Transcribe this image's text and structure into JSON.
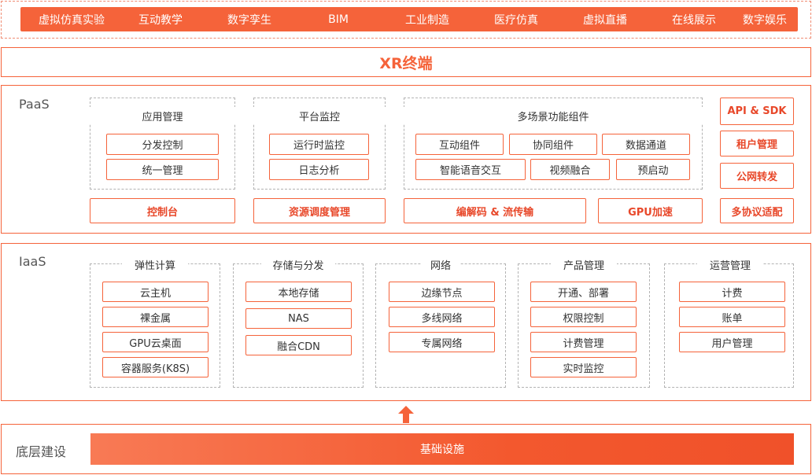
{
  "top_apps": [
    "虚拟仿真实验",
    "互动教学",
    "数字孪生",
    "BIM",
    "工业制造",
    "医疗仿真",
    "虚拟直播",
    "在线展示",
    "数字娱乐"
  ],
  "xr_terminal": "XR终端",
  "paas": {
    "label": "PaaS",
    "app_mgmt": {
      "title": "应用管理",
      "items": [
        "分发控制",
        "统一管理"
      ]
    },
    "platform_monitor": {
      "title": "平台监控",
      "items": [
        "运行时监控",
        "日志分析"
      ]
    },
    "multi_scene": {
      "title": "多场景功能组件",
      "items": [
        "互动组件",
        "协同组件",
        "数据通道",
        "智能语音交互",
        "视频融合",
        "预启动"
      ]
    },
    "bottom": [
      "控制台",
      "资源调度管理",
      "编解码 & 流传输",
      "GPU加速"
    ],
    "right": [
      "API & SDK",
      "租户管理",
      "公网转发",
      "多协议适配"
    ]
  },
  "iaas": {
    "label": "IaaS",
    "elastic": {
      "title": "弹性计算",
      "items": [
        "云主机",
        "裸金属",
        "GPU云桌面",
        "容器服务(K8S)"
      ]
    },
    "storage": {
      "title": "存储与分发",
      "items": [
        "本地存储",
        "NAS",
        "融合CDN"
      ]
    },
    "network": {
      "title": "网络",
      "items": [
        "边缘节点",
        "多线网络",
        "专属网络"
      ]
    },
    "product": {
      "title": "产品管理",
      "items": [
        "开通、部署",
        "权限控制",
        "计费管理",
        "实时监控"
      ]
    },
    "ops": {
      "title": "运营管理",
      "items": [
        "计费",
        "账单",
        "用户管理"
      ]
    }
  },
  "base": {
    "label": "底层建设",
    "bar": "基础设施"
  },
  "colors": {
    "accent": "#f5633a",
    "dashed_gray": "#b3b3b3"
  }
}
